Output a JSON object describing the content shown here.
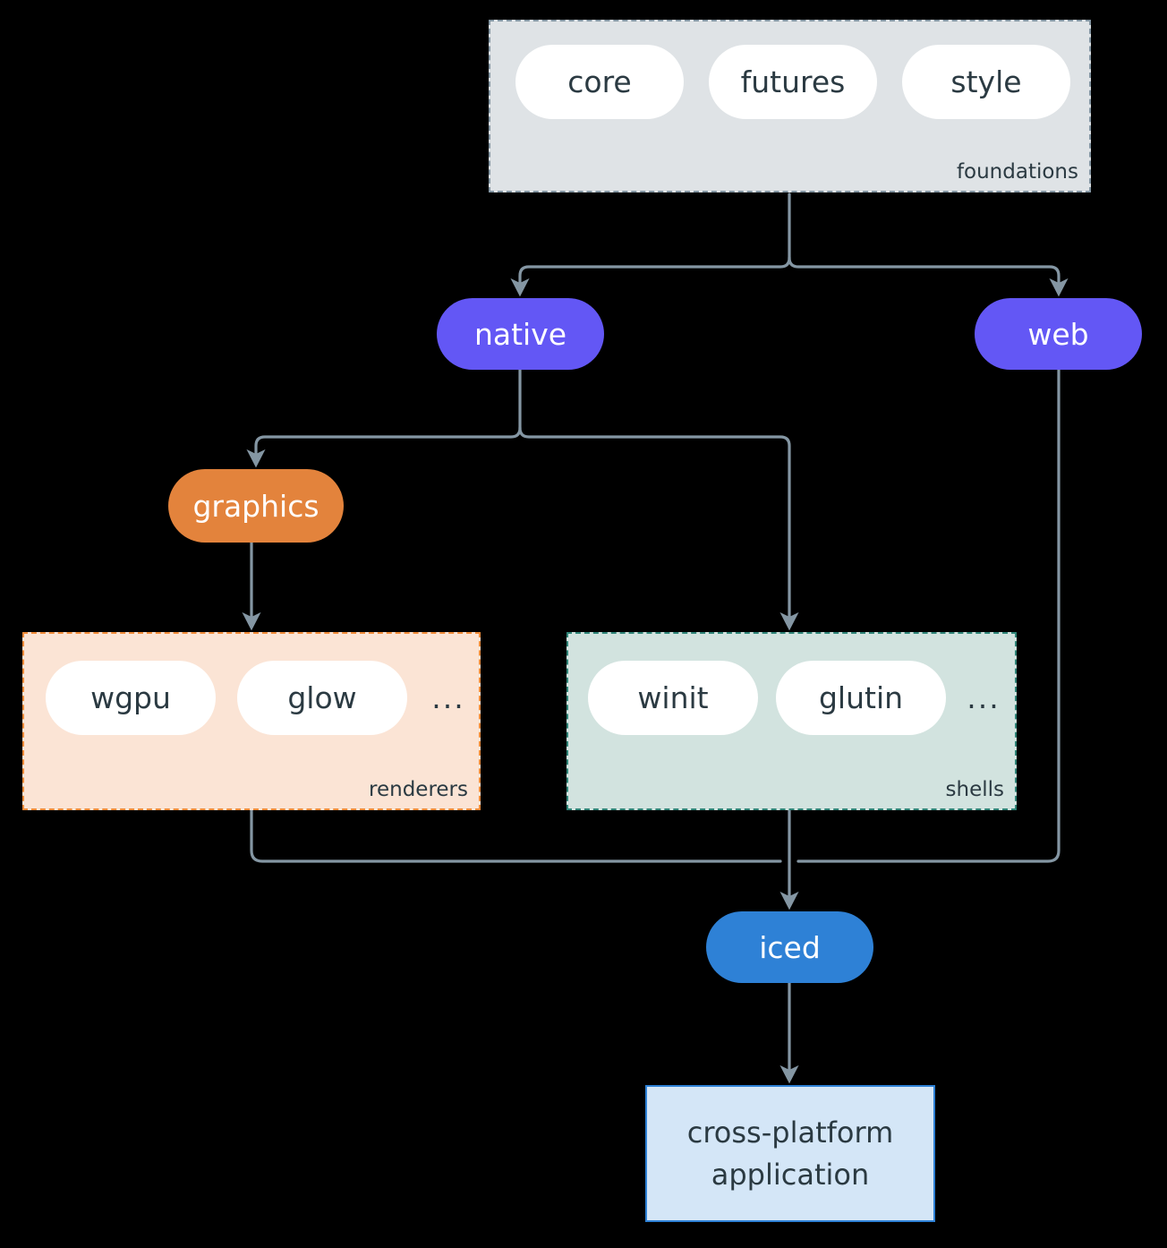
{
  "diagram": {
    "type": "architecture-layer-diagram",
    "background": "#000000",
    "edge_color": "#8496a3"
  },
  "groups": {
    "foundations": {
      "label": "foundations",
      "fill": "#dfe3e6",
      "border_color": "#8496a3",
      "border_style": "dashed",
      "chips": [
        {
          "label": "core"
        },
        {
          "label": "futures"
        },
        {
          "label": "style"
        }
      ]
    },
    "renderers": {
      "label": "renderers",
      "fill": "#fbe4d5",
      "border_color": "#ef8b39",
      "border_style": "dashed",
      "chips": [
        {
          "label": "wgpu"
        },
        {
          "label": "glow"
        }
      ],
      "ellipsis": "..."
    },
    "shells": {
      "label": "shells",
      "fill": "#d2e3df",
      "border_color": "#2f8477",
      "border_style": "dashed",
      "chips": [
        {
          "label": "winit"
        },
        {
          "label": "glutin"
        }
      ],
      "ellipsis": "..."
    }
  },
  "nodes": {
    "native": {
      "label": "native",
      "fill": "#6357f5",
      "text": "#ffffff"
    },
    "web": {
      "label": "web",
      "fill": "#6357f5",
      "text": "#ffffff"
    },
    "graphics": {
      "label": "graphics",
      "fill": "#e3833c",
      "text": "#ffffff"
    },
    "iced": {
      "label": "iced",
      "fill": "#2e81d6",
      "text": "#ffffff"
    },
    "application": {
      "line1": "cross-platform",
      "line2": "application",
      "fill": "#d4e6f7",
      "border_color": "#2e81d6",
      "text": "#2b3a42"
    }
  },
  "edges": [
    {
      "from": "foundations",
      "to": "native"
    },
    {
      "from": "foundations",
      "to": "web"
    },
    {
      "from": "native",
      "to": "graphics"
    },
    {
      "from": "native",
      "to": "shells"
    },
    {
      "from": "graphics",
      "to": "renderers"
    },
    {
      "from": "renderers",
      "to": "iced"
    },
    {
      "from": "shells",
      "to": "iced"
    },
    {
      "from": "web",
      "to": "iced"
    },
    {
      "from": "iced",
      "to": "application"
    }
  ]
}
